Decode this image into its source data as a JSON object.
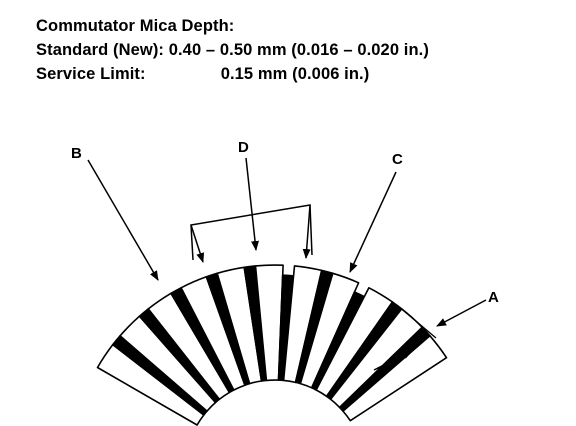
{
  "spec": {
    "title": "Commutator Mica Depth:",
    "standard_label": "Standard (New):",
    "standard_value": "0.40 – 0.50 mm (0.016 – 0.020 in.)",
    "limit_label": "Service Limit:",
    "limit_value": "0.15 mm (0.006 in.)"
  },
  "callouts": {
    "a": "A",
    "b": "B",
    "c": "C",
    "d": "D"
  },
  "colors": {
    "ink": "#000000",
    "paper": "#ffffff"
  }
}
